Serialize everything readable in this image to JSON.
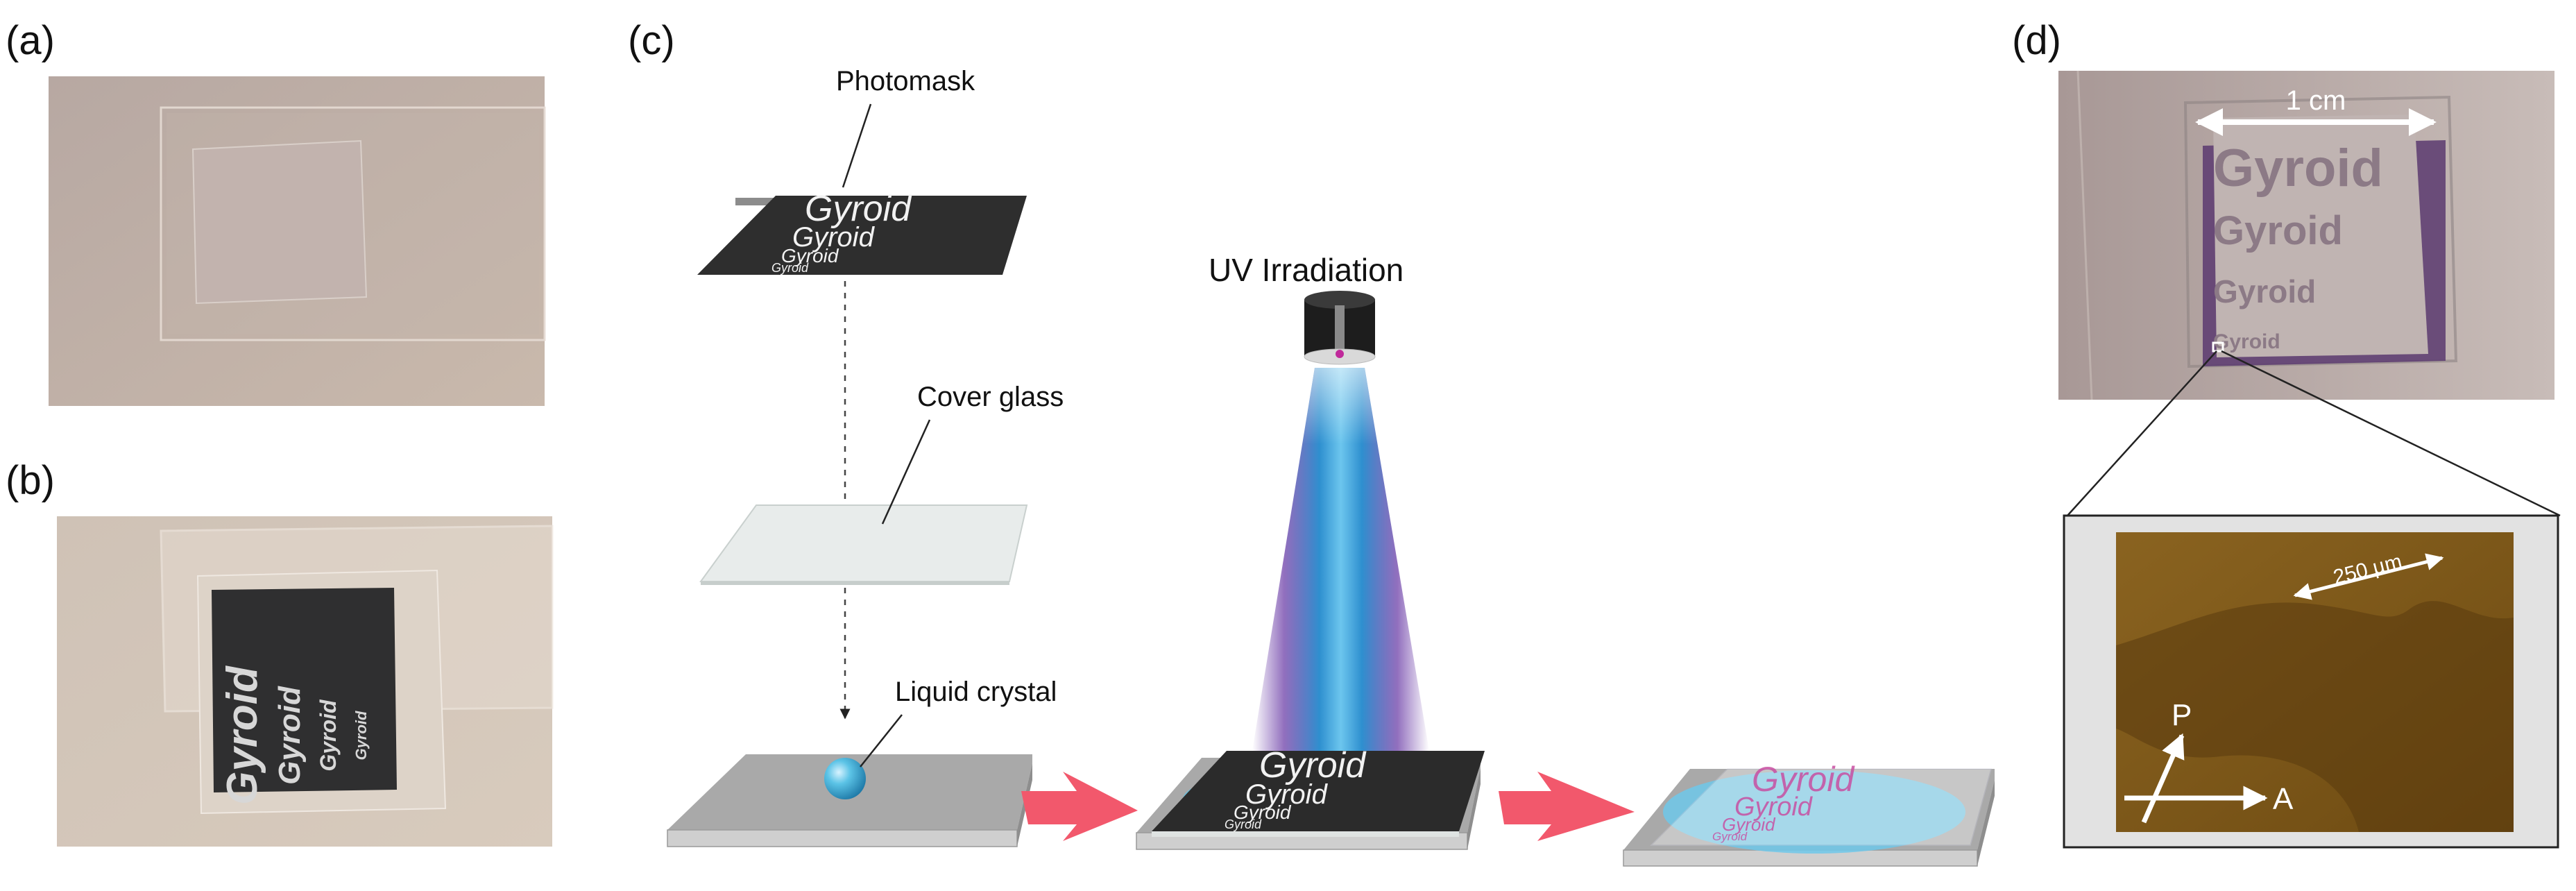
{
  "panels": {
    "a": {
      "label": "(a)"
    },
    "b": {
      "label": "(b)",
      "mask_words": [
        "Gyroid",
        "Gyroid",
        "Gyroid",
        "Gyroid"
      ]
    },
    "c": {
      "label": "(c)",
      "photomask_label": "Photomask",
      "cover_glass_label": "Cover glass",
      "liquid_crystal_label": "Liquid crystal",
      "uv_label": "UV Irradiation",
      "mask_words": [
        "Gyroid",
        "Gyroid",
        "Gyroid",
        "Gyroid"
      ]
    },
    "d": {
      "label": "(d)",
      "scale_top": "1 cm",
      "sample_words": [
        "Gyroid",
        "Gyroid",
        "Gyroid",
        "Gyroid"
      ],
      "scale_micro": "250 µm",
      "polarizer_label": "P",
      "analyzer_label": "A"
    }
  },
  "colors": {
    "photo_bg": "#b8a6a0",
    "mask_black": "#2b2b2b",
    "lc_cyan": "#5bc3e6",
    "uv_blue": "#3a9fd6",
    "uv_violet": "#6d3fa8",
    "arrow_red": "#f2586c",
    "micro_brown": "#7a5516",
    "sample_purple": "#5a3a70"
  }
}
